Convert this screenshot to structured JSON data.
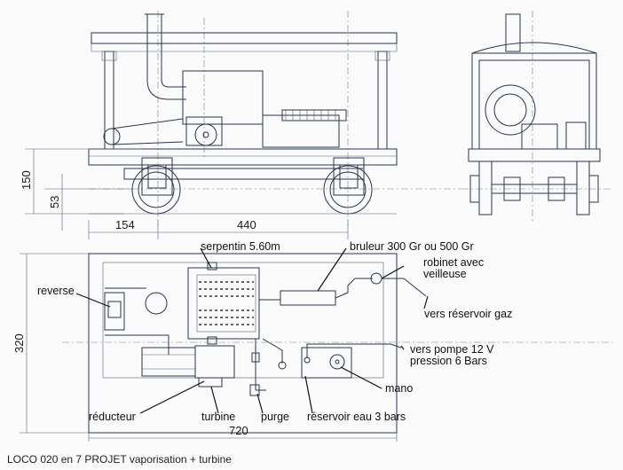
{
  "dimensions": {
    "height_total": "150",
    "height_axle": "53",
    "front_offset": "154",
    "wheelbase": "440",
    "width": "320",
    "length": "720"
  },
  "labels": {
    "serpentin": "serpentin 5.60m",
    "bruleur": "bruleur 300 Gr ou 500 Gr",
    "robinet_line1": "robinet avec",
    "robinet_line2": "veilleuse",
    "reservoir_gaz": "vers réservoir gaz",
    "reverse": "reverse",
    "pompe_line1": "vers pompe 12 V",
    "pompe_line2": "pression 6 Bars",
    "mano": "mano",
    "reducteur": "réducteur",
    "turbine": "turbine",
    "purge": "purge",
    "reservoir_eau": "réservoir eau 3  bars"
  },
  "caption": "LOCO 020 en 7 PROJET vaporisation + turbine",
  "colors": {
    "line": "#2b3550",
    "leader": "#111111",
    "paper": "#fbfbfc"
  }
}
